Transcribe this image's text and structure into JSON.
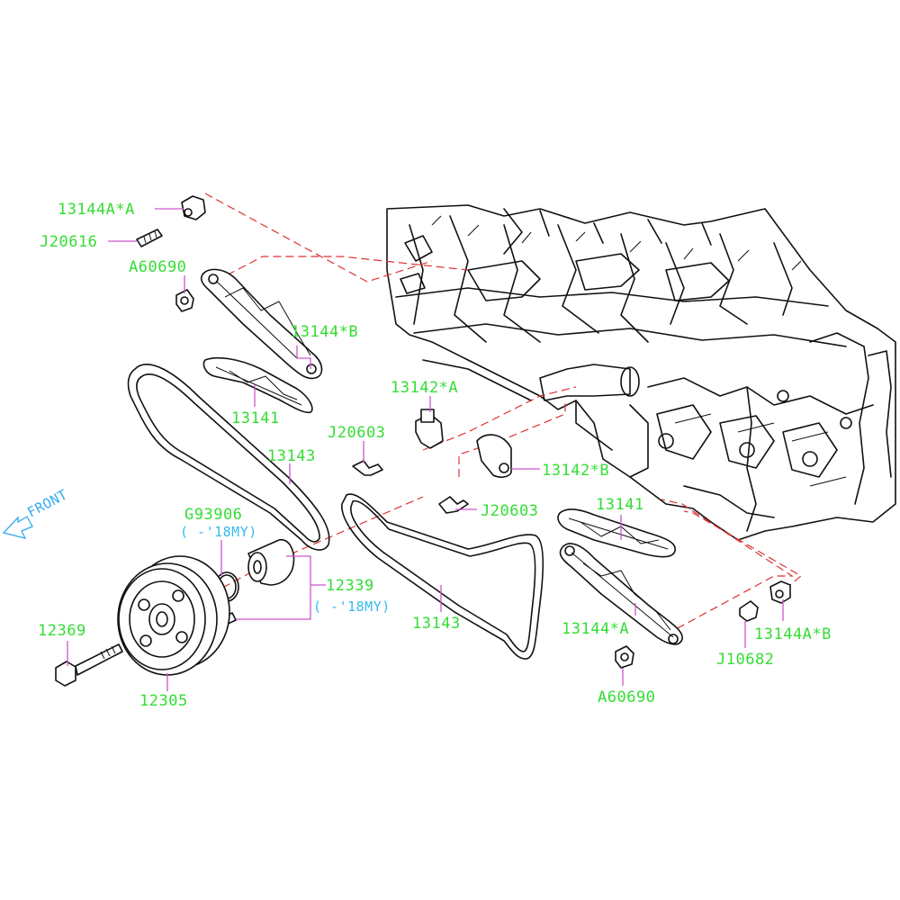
{
  "colors": {
    "label": "#33dd33",
    "note": "#33bbee",
    "leader": "#cc55cc",
    "dashed": "#dd3333",
    "front": "#33aaee",
    "ink": "#111111"
  },
  "front_label": "FRONT",
  "labels": {
    "p13144A_A": "13144A*A",
    "j20616": "J20616",
    "a60690_top": "A60690",
    "p13144_B": "13144*B",
    "p13141_left": "13141",
    "p13143_left": "13143",
    "p13142_A": "13142*A",
    "j20603_top": "J20603",
    "p13142_B": "13142*B",
    "j20603_mid": "J20603",
    "g93906": "G93906",
    "g93906_note": "( -'18MY)",
    "p12339": "12339",
    "p12339_note": "( -'18MY)",
    "p13143_mid": "13143",
    "p13141_right": "13141",
    "p13144_A": "13144*A",
    "p13144A_B": "13144A*B",
    "j10682": "J10682",
    "a60690_bottom": "A60690",
    "p12369": "12369",
    "p12305": "12305"
  }
}
